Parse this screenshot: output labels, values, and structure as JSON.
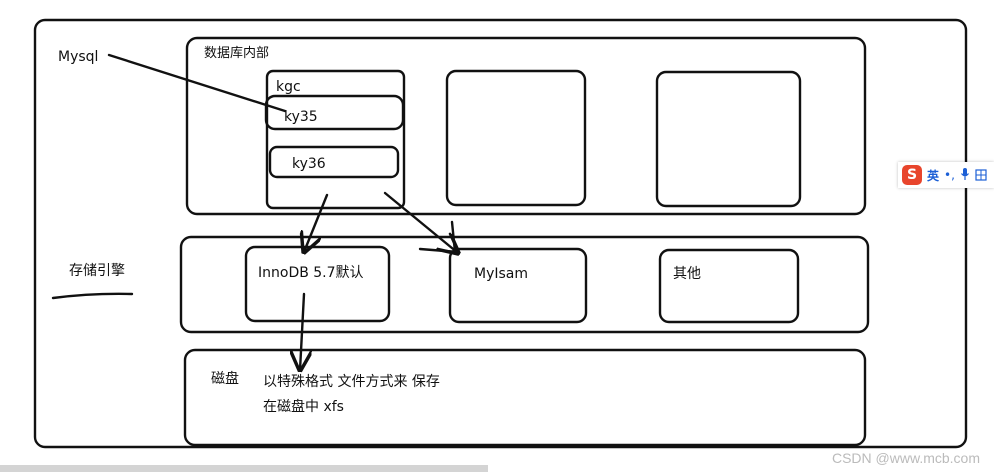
{
  "labels": {
    "mysql": "Mysql",
    "db_internal": "数据库内部",
    "kgc": "kgc",
    "ky35": "ky35",
    "ky36": "ky36",
    "storage_engine": "存储引擎",
    "innodb": "InnoDB 5.7默认",
    "myisam": "MyIsam",
    "other": "其他",
    "disk": "磁盘",
    "disk_line1": "以特殊格式 文件方式来 保存",
    "disk_line2": "在磁盘中 xfs"
  },
  "watermark": "CSDN @www.mcb.com",
  "ime_toolbar": {
    "logo": "S",
    "lang": "英",
    "punct": "•,",
    "mic_icon": "microphone-icon",
    "grid_icon": "grid-icon"
  },
  "colors": {
    "ink": "#111111",
    "watermark": "#bbbbbb",
    "ime_logo": "#e8452c",
    "ime_text": "#1c5fd6"
  }
}
